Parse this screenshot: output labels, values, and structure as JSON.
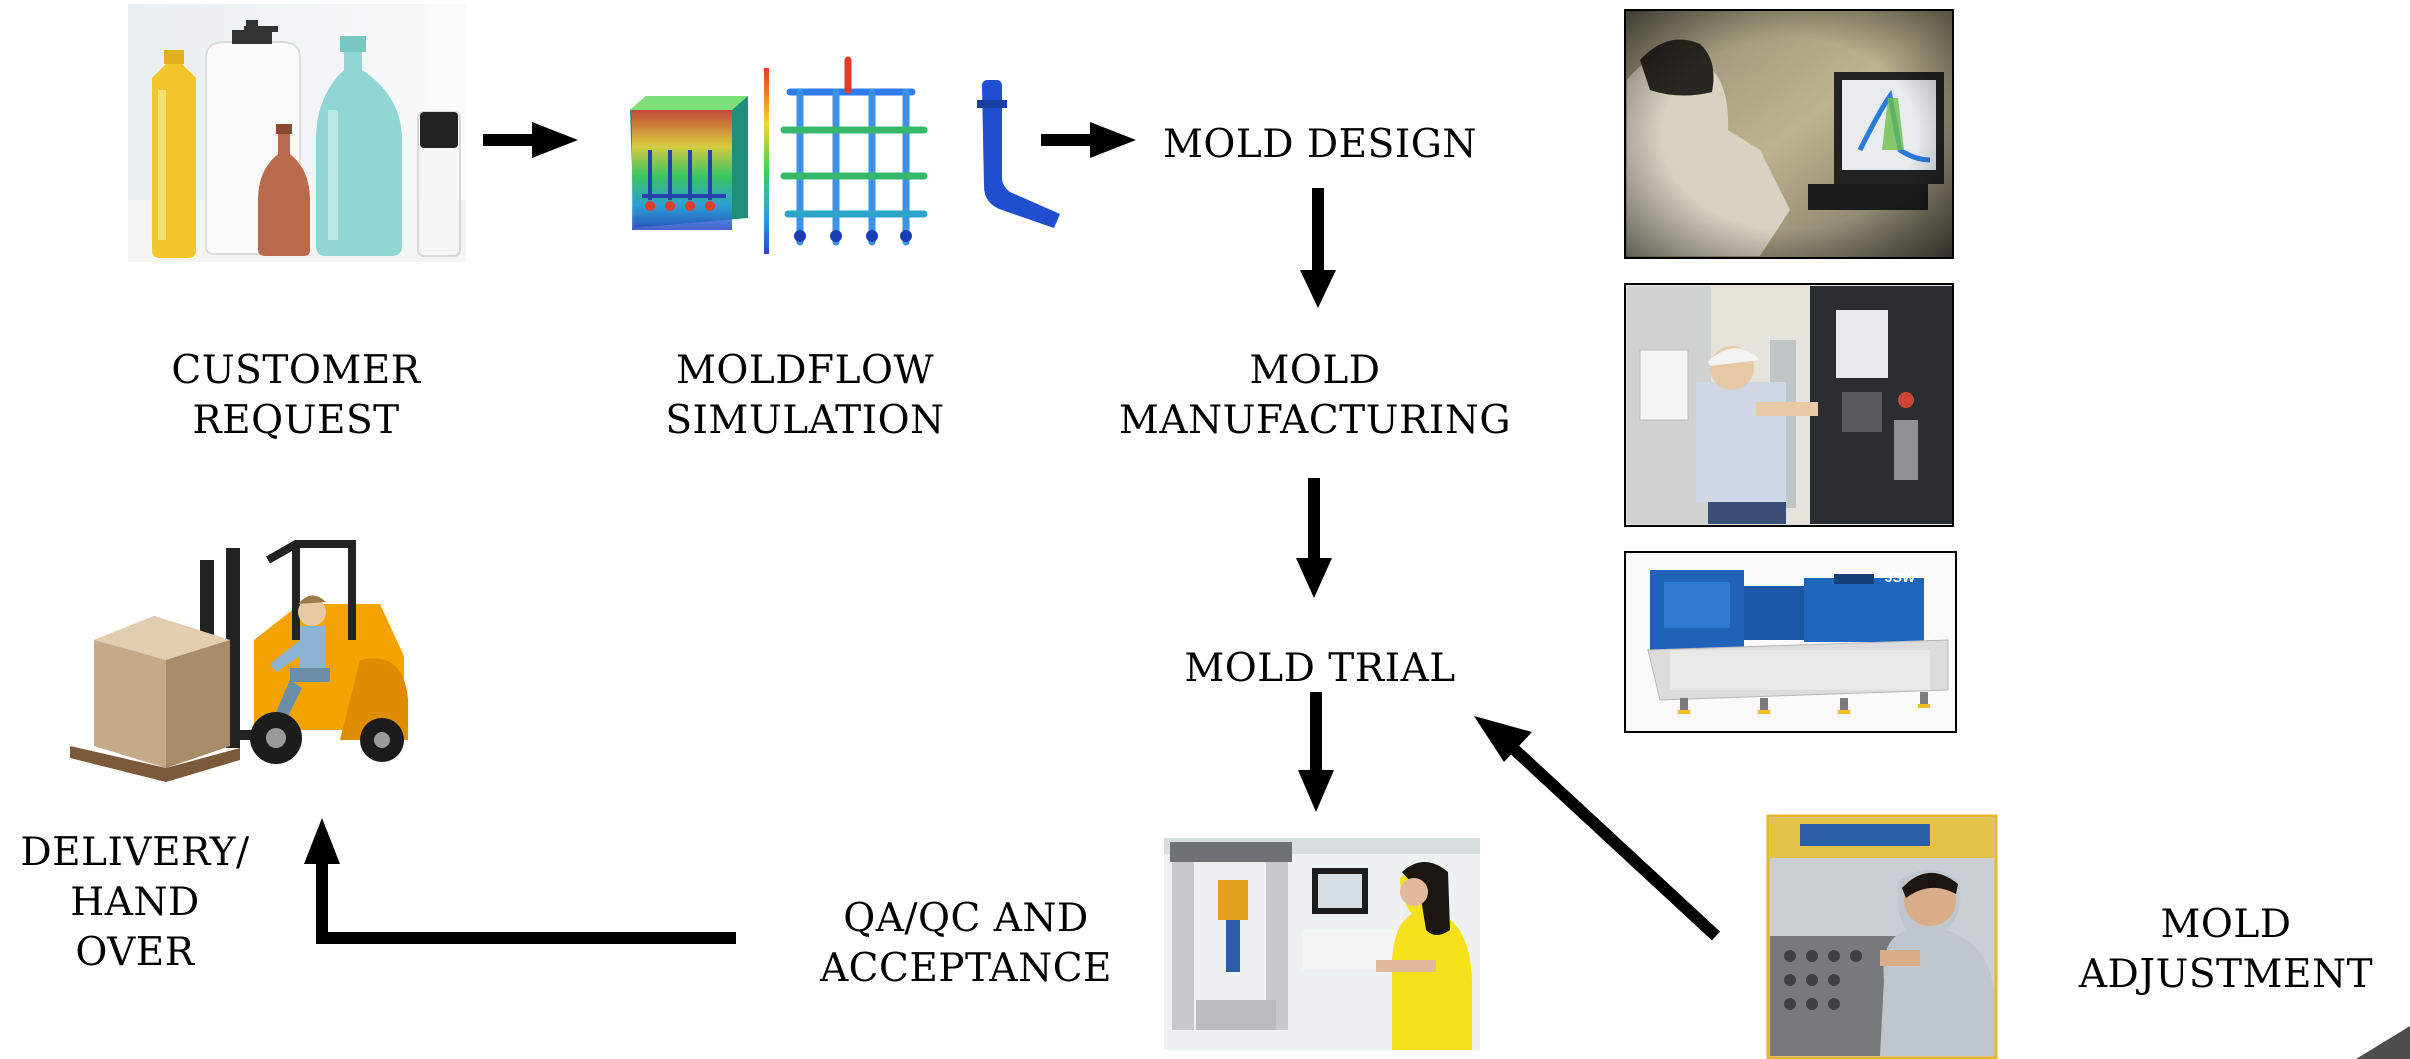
{
  "steps": {
    "customer_request": [
      "CUSTOMER",
      "REQUEST"
    ],
    "moldflow_simulation": [
      "MOLDFLOW",
      "SIMULATION"
    ],
    "mold_design": [
      "MOLD DESIGN"
    ],
    "mold_manufacturing": [
      "MOLD",
      "MANUFACTURING"
    ],
    "mold_trial": [
      "MOLD TRIAL"
    ],
    "qa_qc": [
      "QA/QC AND",
      "ACCEPTANCE"
    ],
    "delivery": [
      "DELIVERY/",
      "HAND",
      "OVER"
    ],
    "mold_adjustment": [
      "MOLD",
      "ADJUSTMENT"
    ]
  },
  "machine_brand": "JSW",
  "colors": {
    "arrow": "#000000",
    "bottle_yellow": "#f2c62a",
    "bottle_teal": "#8fd6d4",
    "forklift_orange": "#f5a300",
    "machine_blue": "#1e63b8",
    "adjust_frame": "#e8b62a"
  }
}
